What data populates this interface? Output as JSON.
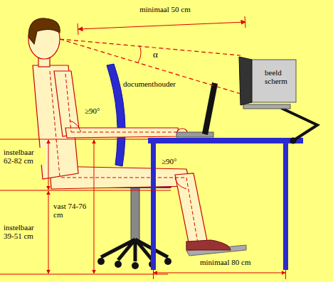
{
  "diagram": {
    "labels": [
      "minimaal 50 cm",
      "α",
      "beeld scherm",
      "documenthouder",
      "≥90°",
      "≥90°",
      "instelbaar 62-82 cm",
      "vast 74-76 cm",
      "instelbaar 39-51 cm",
      "minimaal 80 cm"
    ]
  }
}
